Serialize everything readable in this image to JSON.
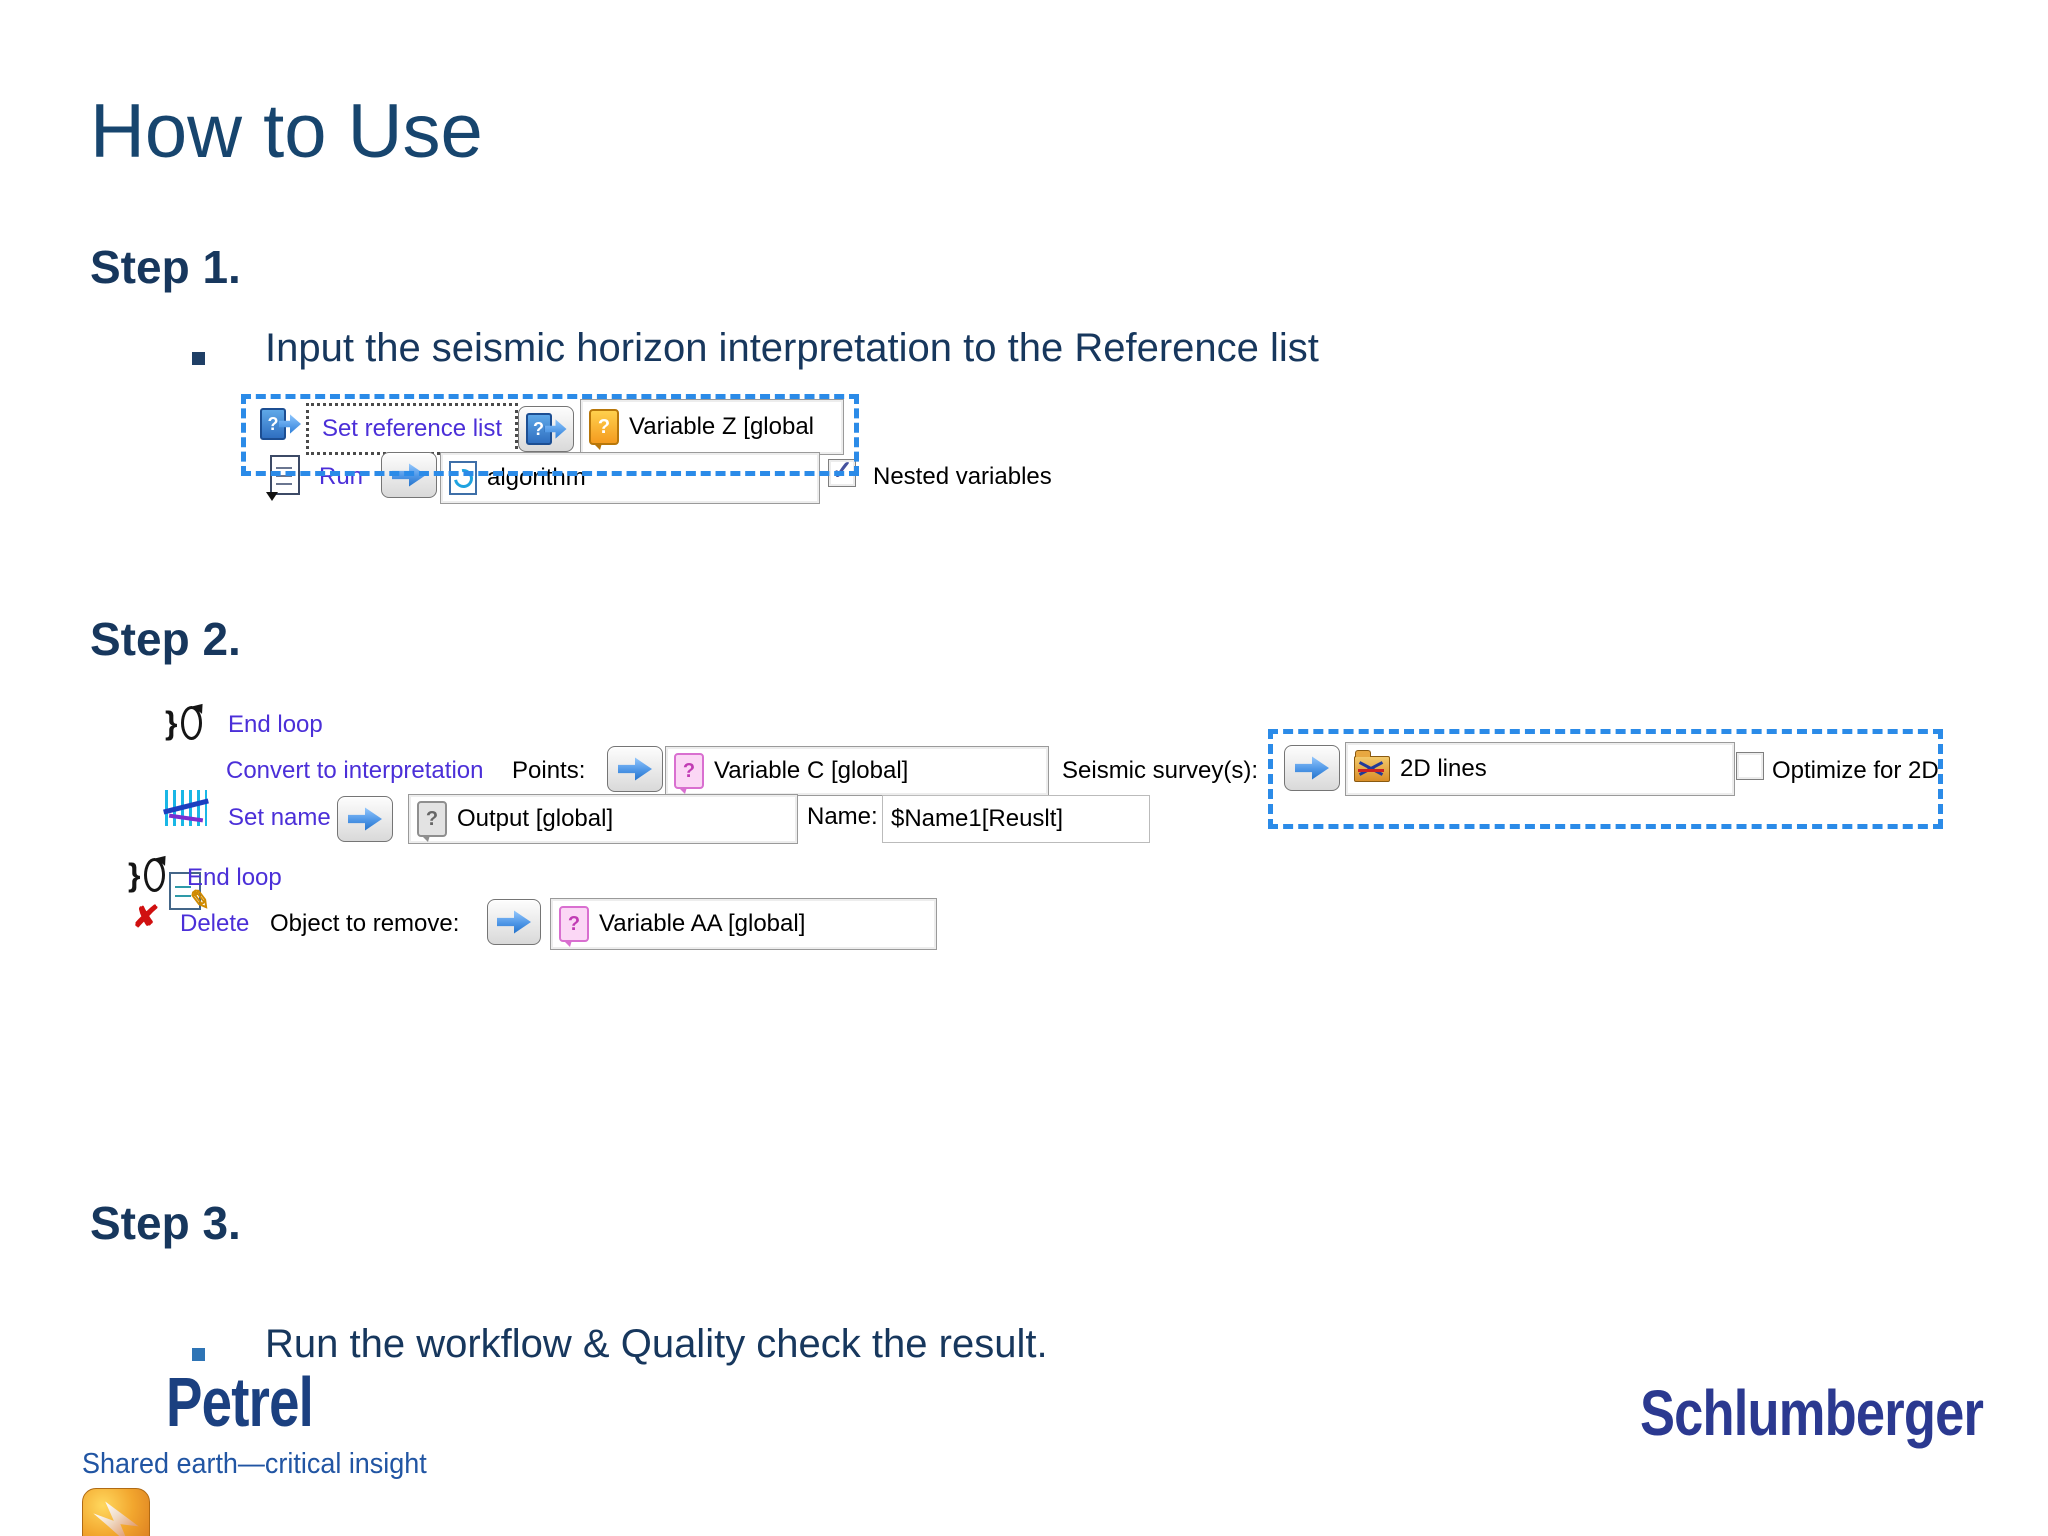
{
  "title": "How to Use",
  "icons": {
    "question": "?",
    "check": "✓",
    "cross": "✘",
    "pencil": "✎",
    "brace": "}"
  },
  "step1": {
    "heading": "Step 1.",
    "bullet": "Input the seismic horizon interpretation to the Reference list",
    "set_reference": {
      "label": "Set reference list",
      "value": "Variable Z [global",
      "value_icon": "orange-question-note-icon"
    },
    "run": {
      "label": "Run",
      "value": "algorithm",
      "nested_label": "Nested variables",
      "nested_checked": true
    }
  },
  "step2": {
    "heading": "Step 2.",
    "end_loop_1": {
      "label": "End loop"
    },
    "convert": {
      "label": "Convert to interpretation",
      "points_label": "Points:",
      "points_value": "Variable C [global]",
      "points_icon": "pink-question-note-icon",
      "survey_label": "Seismic survey(s):",
      "survey_value": "2D lines",
      "survey_icon": "2d-lines-folder-icon",
      "optimize_label": "Optimize for 2D",
      "optimize_checked": false
    },
    "set_name": {
      "label": "Set name",
      "value": "Output [global]",
      "value_icon": "gray-question-note-icon",
      "name_label": "Name:",
      "name_value": "$Name1[Reuslt]"
    },
    "end_loop_2": {
      "label": "End loop"
    },
    "delete": {
      "label": "Delete",
      "object_label": "Object to remove:",
      "value": "Variable AA [global]",
      "value_icon": "pink-question-note-icon"
    }
  },
  "step3": {
    "heading": "Step 3.",
    "bullet": "Run the workflow & Quality check the result."
  },
  "footer": {
    "petrel_name": "Petrel",
    "petrel_tagline": "Shared earth—critical insight",
    "schlumberger": "Schlumberger"
  },
  "colors": {
    "heading_navy": "#17375D",
    "title_blue": "#17456E",
    "workflow_link": "#4B2FD8",
    "selection_dash_blue": "#2B8BE8",
    "petrel_orange": "#F49B1F",
    "logo_blue": "#2B3990"
  }
}
